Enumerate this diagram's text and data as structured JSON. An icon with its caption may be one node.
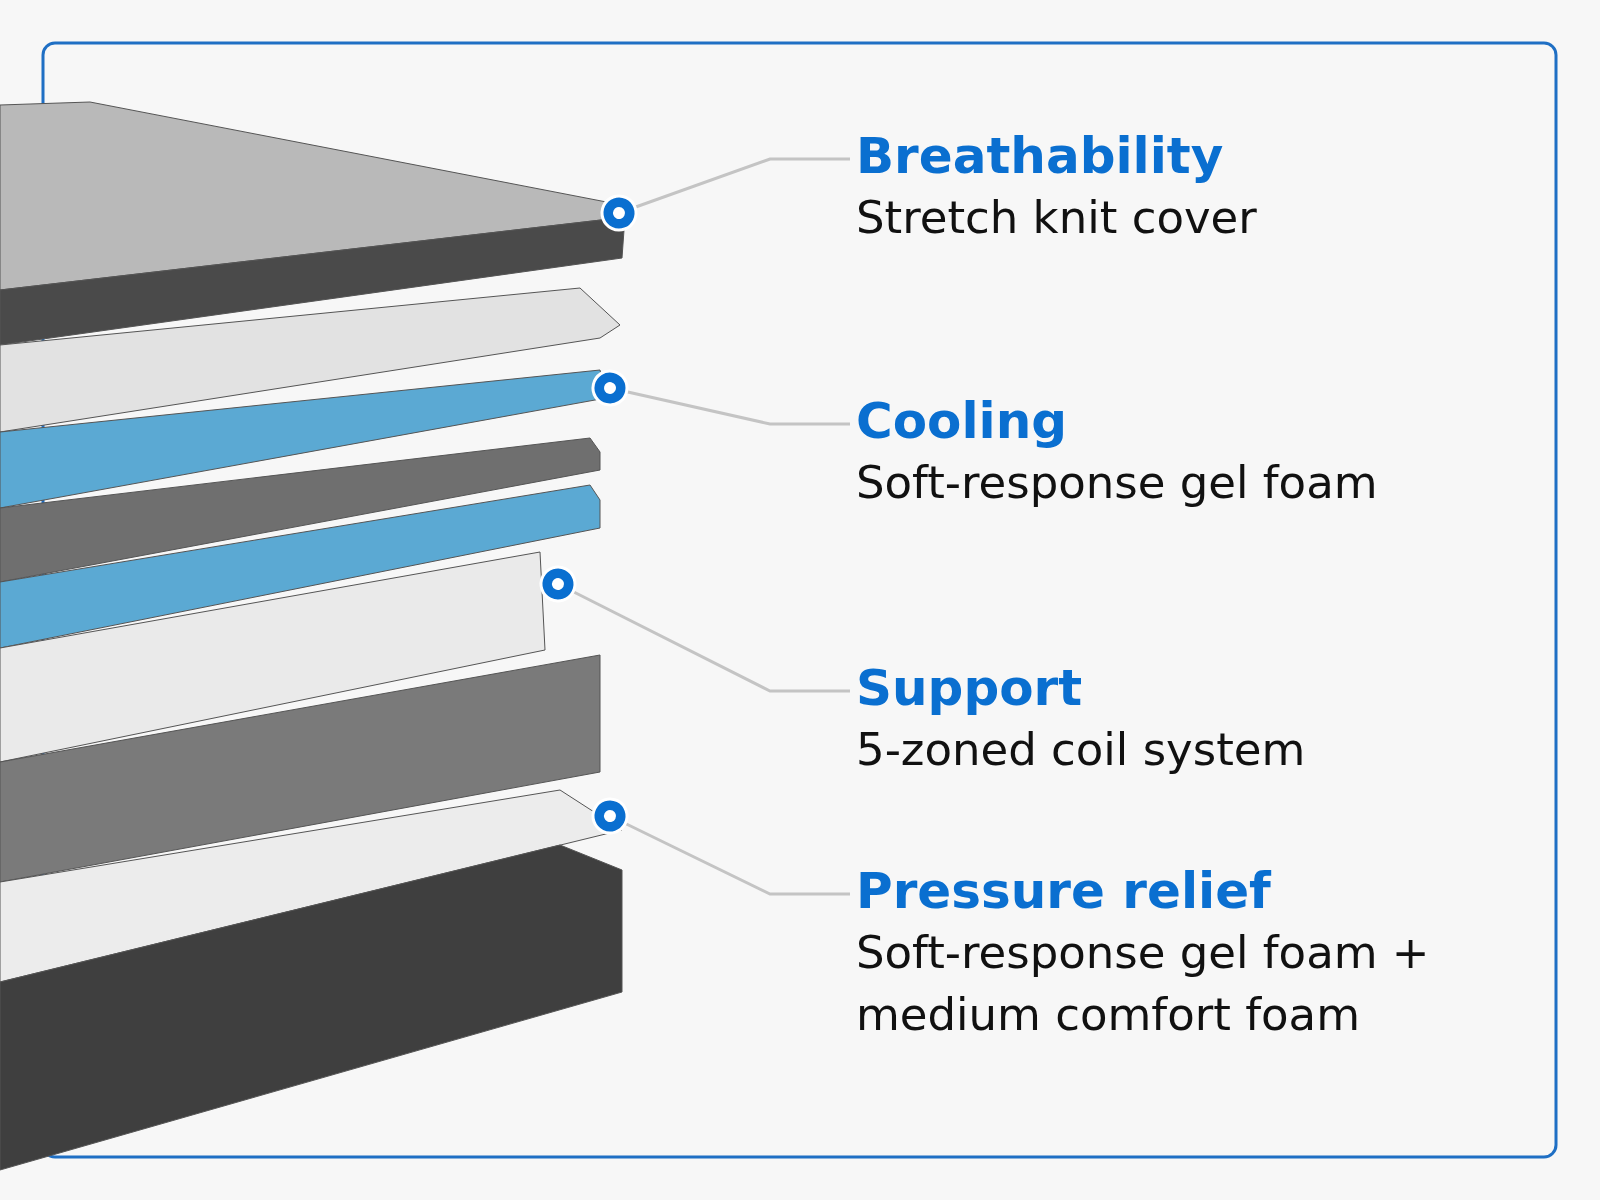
{
  "diagram": {
    "nodes": [
      {
        "text": [
          "Breathability",
          "Stretch knit cover"
        ]
      },
      {
        "text": [
          "Cooling",
          "Soft-response gel foam"
        ]
      },
      {
        "text": [
          "Support",
          "5-zoned coil system"
        ]
      },
      {
        "text": [
          "Pressure relief",
          "Soft-response gel foam + medium comfort foam"
        ]
      },
      {
        "text": [],
        "shape": "box"
      },
      {
        "text": [],
        "shape": "box"
      },
      {
        "text": [],
        "shape": "box"
      },
      {
        "text": [],
        "shape": "box"
      },
      {
        "text": [],
        "shape": "box"
      },
      {
        "text": [],
        "shape": "box"
      },
      {
        "text": [],
        "shape": "box"
      },
      {
        "text": [],
        "shape": "box"
      },
      {
        "text": [],
        "shape": "box"
      }
    ],
    "edges": [
      {
        "from": 0,
        "to": 4,
        "arrow": "other"
      },
      {
        "from": 1,
        "to": 5,
        "arrow": "other"
      },
      {
        "from": 2,
        "to": 6,
        "arrow": "other"
      },
      {
        "from": 3,
        "to": 7,
        "arrow": "other"
      }
    ]
  }
}
